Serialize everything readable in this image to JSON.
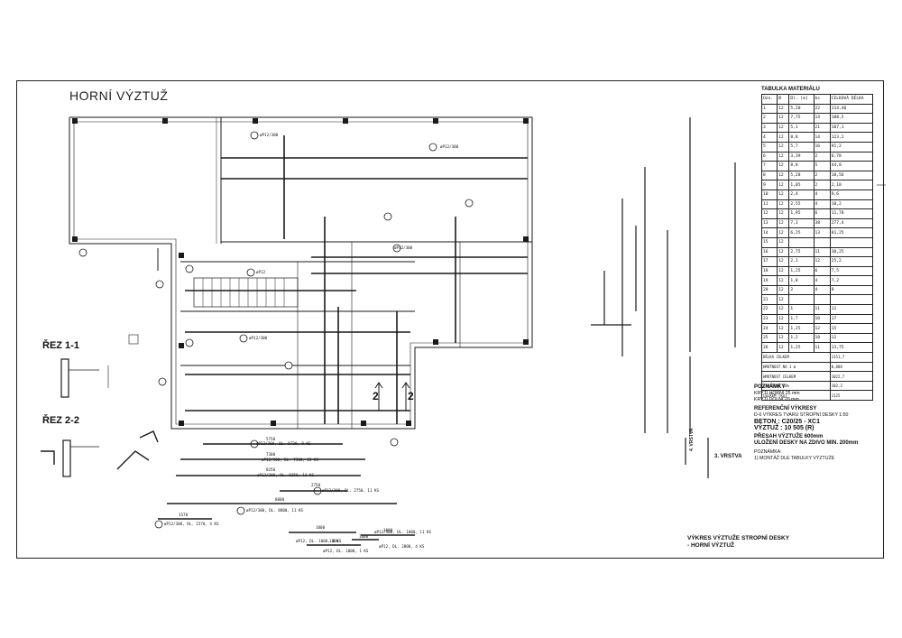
{
  "title": "HORNÍ VÝZTUŽ",
  "sections": [
    "ŘEZ 1-1",
    "ŘEZ 2-2"
  ],
  "cut_marks": [
    "2",
    "2"
  ],
  "stair_label": "3. VRSTVA",
  "stair_label2": "4. VRSTVA",
  "material_table": {
    "title": "TABULKA MATERIÁLU",
    "header": [
      "Ozn.",
      "Ø",
      "Dl. [m]",
      "ks",
      "CELKOVÁ DÉLKA"
    ],
    "rows": [
      [
        "1",
        "12",
        "5,20",
        "22",
        "114,40"
      ],
      [
        "2",
        "12",
        "7,75",
        "14",
        "108,5"
      ],
      [
        "3",
        "12",
        "5,1",
        "21",
        "107,1"
      ],
      [
        "4",
        "12",
        "8,8",
        "14",
        "123,2"
      ],
      [
        "5",
        "12",
        "5,7",
        "16",
        "91,2"
      ],
      [
        "6",
        "12",
        "3,39",
        "2",
        "6,78"
      ],
      [
        "7",
        "12",
        "8,8",
        "5",
        "44,0"
      ],
      [
        "8",
        "12",
        "5,28",
        "2",
        "10,56"
      ],
      [
        "9",
        "12",
        "1,05",
        "2",
        "2,10"
      ],
      [
        "10",
        "12",
        "2,4",
        "4",
        "9,6"
      ],
      [
        "11",
        "12",
        "2,55",
        "4",
        "10,2"
      ],
      [
        "12",
        "12",
        "1,95",
        "6",
        "11,70"
      ],
      [
        "13",
        "12",
        "7,3",
        "38",
        "277,4"
      ],
      [
        "14",
        "12",
        "6,25",
        "13",
        "81,25"
      ],
      [
        "15",
        "12",
        "",
        "",
        ""
      ],
      [
        "16",
        "12",
        "2,75",
        "11",
        "30,25"
      ],
      [
        "17",
        "12",
        "2,1",
        "12",
        "25,2"
      ],
      [
        "18",
        "12",
        "1,25",
        "6",
        "7,5"
      ],
      [
        "19",
        "12",
        "1,8",
        "4",
        "7,2"
      ],
      [
        "20",
        "12",
        "2",
        "4",
        "8"
      ],
      [
        "21",
        "12",
        "",
        "",
        ""
      ],
      [
        "22",
        "12",
        "1",
        "11",
        "11"
      ],
      [
        "23",
        "12",
        "1,7",
        "10",
        "17"
      ],
      [
        "24",
        "12",
        "1,25",
        "12",
        "15"
      ],
      [
        "25",
        "12",
        "1,2",
        "10",
        "12"
      ],
      [
        "26",
        "12",
        "1,25",
        "11",
        "13,75"
      ]
    ],
    "summary": [
      [
        "DÉLKA CELKEM",
        "1151,7"
      ],
      [
        "HMOTNOST NA 1 m",
        "0,888"
      ],
      [
        "HMOTNOST CELKEM",
        "1022,7"
      ],
      [
        "ZTRATOVÉ 10%",
        "102,3"
      ],
      [
        "CELKEM (kg)",
        "1125"
      ]
    ]
  },
  "notes": {
    "heading": "POZNÁMKY",
    "cover_lines": [
      "KRYTÍ HORNÍ 25 mm",
      "KRYTÍ DOLNÍ 20 mm"
    ],
    "ref_heading": "REFERENČNÍ VÝKRESY",
    "ref_line": "D-6 VÝKRES TVARU STROPNÍ DESKY 1:50",
    "concrete": "BETON : C20/25 - XC1",
    "steel": "VÝZTUŽ : 10 505 (R)",
    "lap": "PŘESAH VÝZTUŽE 600mm",
    "placement": "ULOŽENÍ DESKY NA ZDIVO MIN. 200mm",
    "note_h": "POZNÁMKA:",
    "note": "1) MONTÁŽ DLE TABULKY VÝZTUŽE"
  },
  "footer": {
    "line1": "VÝKRES VÝZTUŽE STROPNÍ DESKY",
    "line2": "- HORNÍ VÝZTUŽ"
  },
  "bar_labels": [
    "øP12/300",
    "øP12/300",
    "øP12/300",
    "øP12",
    "øP12/300",
    "øP12/300, DL. 5720, 9 KS",
    "øP12/300, DL. 7300, 22 KS",
    "øP12/300, DL. 8250, 13 KS",
    "øP12/300, DL. 2750, 11 KS",
    "øP12/300, DL. 8800, 11 KS",
    "øP12/300, DL. 1570, 4 KS",
    "øP12, DL. 1000, 4 KS",
    "øP12/300, DL. 1000, 11 KS",
    "øP12, DL. 1000, 1 KS",
    "øP12, DL. 2000, 4 KS"
  ],
  "dims": [
    "5750",
    "7300",
    "8250",
    "8800",
    "2750",
    "1570",
    "1000",
    "1000",
    "1800",
    "1000"
  ],
  "colors": {
    "line": "#1a1a1a",
    "paper": "#ffffff"
  }
}
